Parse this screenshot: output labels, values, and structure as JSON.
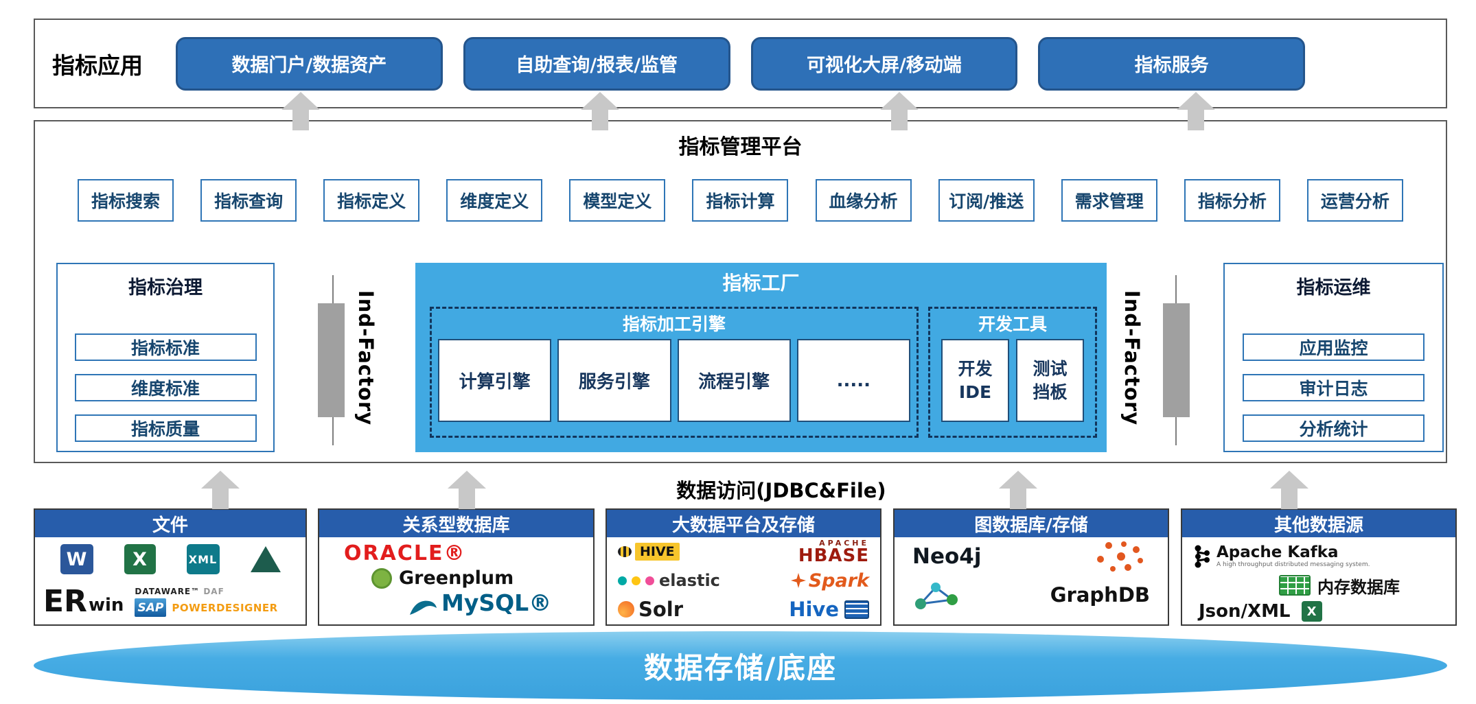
{
  "app_layer": {
    "label": "指标应用",
    "buttons": [
      "数据门户/数据资产",
      "自助查询/报表/监管",
      "可视化大屏/移动端",
      "指标服务"
    ]
  },
  "platform": {
    "title": "指标管理平台",
    "modules": [
      "指标搜索",
      "指标查询",
      "指标定义",
      "维度定义",
      "模型定义",
      "指标计算",
      "血缘分析",
      "订阅/推送",
      "需求管理",
      "指标分析",
      "运营分析"
    ],
    "governance": {
      "title": "指标治理",
      "items": [
        "指标标准",
        "维度标准",
        "指标质量"
      ]
    },
    "factory": {
      "title": "指标工厂",
      "side_label_left": "Ind-Factory",
      "side_label_right": "Ind-Factory",
      "engine_group": {
        "title": "指标加工引擎",
        "engines": [
          "计算引擎",
          "服务引擎",
          "流程引擎",
          "....."
        ]
      },
      "devtools_group": {
        "title": "开发工具",
        "tools": [
          {
            "line1": "开发",
            "line2": "IDE"
          },
          {
            "line1": "测试",
            "line2": "挡板"
          }
        ]
      }
    },
    "ops": {
      "title": "指标运维",
      "items": [
        "应用监控",
        "审计日志",
        "分析统计"
      ]
    }
  },
  "data_access": {
    "label": "数据访问(JDBC&File)"
  },
  "datasources": {
    "files": {
      "title": "文件",
      "word": "W",
      "excel": "X",
      "xml": "XML",
      "erwin_er": "ER",
      "erwin_win": "win",
      "dataware": "DATAWARE™",
      "dataware_suffix": "DAF",
      "sap": "SAP",
      "powerdesigner": "POWERDESIGNER"
    },
    "relational": {
      "title": "关系型数据库",
      "oracle": "ORACLE®",
      "greenplum": "Greenplum",
      "mysql": "MySQL®"
    },
    "bigdata": {
      "title": "大数据平台及存储",
      "hive_badge": "HIVE",
      "hbase_apache": "APACHE",
      "hbase": "HBASE",
      "elastic": "elastic",
      "spark": "Spark",
      "solr": "Solr",
      "hive2": "Hive"
    },
    "graph": {
      "title": "图数据库/存储",
      "neo4j": "Neo4j",
      "graphdb": "GraphDB"
    },
    "other": {
      "title": "其他数据源",
      "kafka": "Apache Kafka",
      "kafka_tagline": "A high throughput distributed messaging system.",
      "memdb": "内存数据库",
      "jsonxml": "Json/XML"
    }
  },
  "storage": {
    "label": "数据存储/底座"
  },
  "colors": {
    "app_button_blue": "#2e70b7",
    "factory_blue": "#41a9e2",
    "datasource_header_blue": "#275dab",
    "arrow_gray": "#c8c8c8",
    "storage_blue": "#41a9e2",
    "box_border_blue": "#2e75b6"
  }
}
